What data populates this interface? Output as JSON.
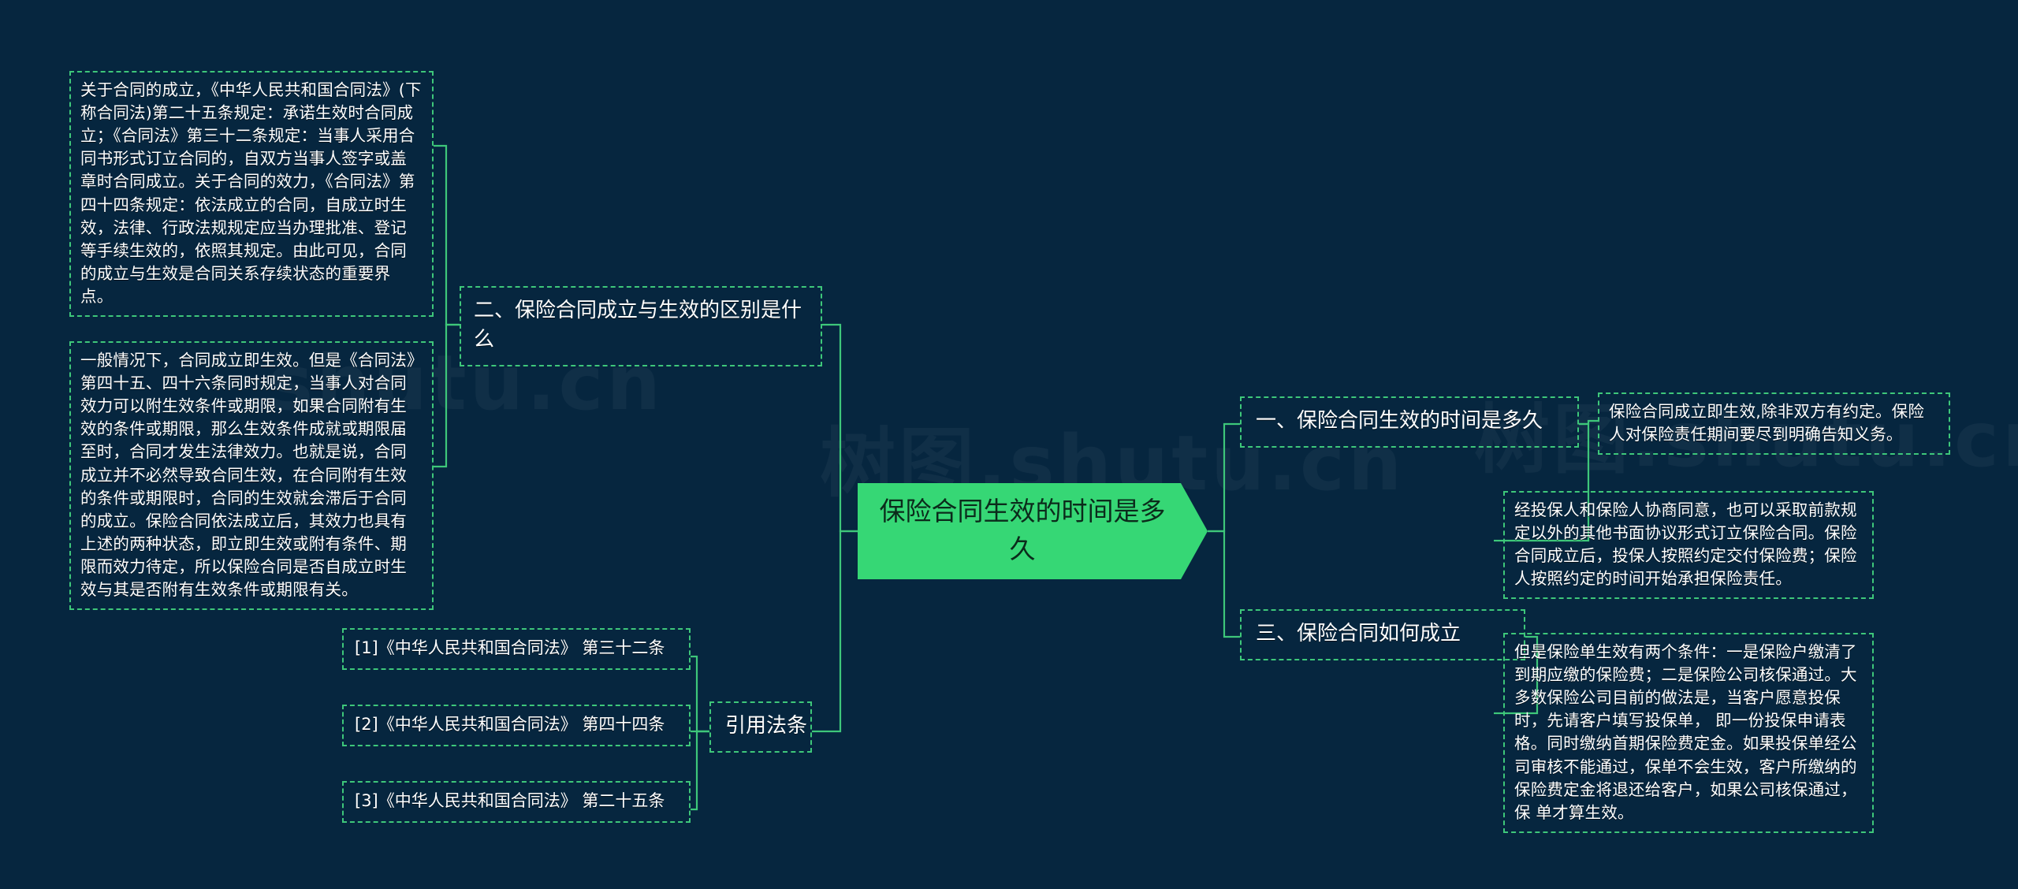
{
  "theme": {
    "background": "#06263f",
    "node_border": "#3ec77a",
    "node_text": "#ffffff",
    "root_fill": "#36d775",
    "root_text": "#0b2b1b",
    "link_color": "#3ec77a"
  },
  "watermark": {
    "text_1": "shutu.cn",
    "text_2": "树图.shutu.cn",
    "text_3": "树图.shutu.cn"
  },
  "root": {
    "title": "保险合同生效的时间是多久"
  },
  "topics": {
    "topic_1": "一、保险合同生效的时间是多久",
    "topic_2": "二、保险合同成立与生效的区别是什么",
    "topic_3": "三、保险合同如何成立",
    "citation_group": "引用法条"
  },
  "details": {
    "left_1": "关于合同的成立，《中华人民共和国合同法》(下称合同法)第二十五条规定：承诺生效时合同成立；《合同法》第三十二条规定：当事人采用合同书形式订立合同的，自双方当事人签字或盖章时合同成立。关于合同的效力，《合同法》第四十四条规定：依法成立的合同，自成立时生效，法律、行政法规规定应当办理批准、登记等手续生效的，依照其规定。由此可见，合同的成立与生效是合同关系存续状态的重要界点。",
    "left_2": "一般情况下，合同成立即生效。但是《合同法》第四十五、四十六条同时规定，当事人对合同效力可以附生效条件或期限，如果合同附有生效的条件或期限，那么生效条件成就或期限届至时，合同才发生法律效力。也就是说，合同成立并不必然导致合同生效，在合同附有生效的条件或期限时，合同的生效就会滞后于合同的成立。保险合同依法成立后，其效力也具有上述的两种状态，即立即生效或附有条件、期限而效力待定，所以保险合同是否自成立时生效与其是否附有生效条件或期限有关。",
    "right_1": "保险合同成立即生效,除非双方有约定。保险人对保险责任期间要尽到明确告知义务。",
    "right_2": "经投保人和保险人协商同意，也可以采取前款规定以外的其他书面协议形式订立保险合同。保险合同成立后，投保人按照约定交付保险费；保险人按照约定的时间开始承担保险责任。",
    "right_3": "但是保险单生效有两个条件：一是保险户缴清了到期应缴的保险费；二是保险公司核保通过。大多数保险公司目前的做法是，当客户愿意投保时，先请客户填写投保单， 即一份投保申请表格。同时缴纳首期保险费定金。如果投保单经公司审核不能通过，保单不会生效，客户所缴纳的保险费定金将退还给客户，如果公司核保通过，保 单才算生效。"
  },
  "citations": {
    "item_1": "[1]《中华人民共和国合同法》 第三十二条",
    "item_2": "[2]《中华人民共和国合同法》 第四十四条",
    "item_3": "[3]《中华人民共和国合同法》 第二十五条"
  }
}
